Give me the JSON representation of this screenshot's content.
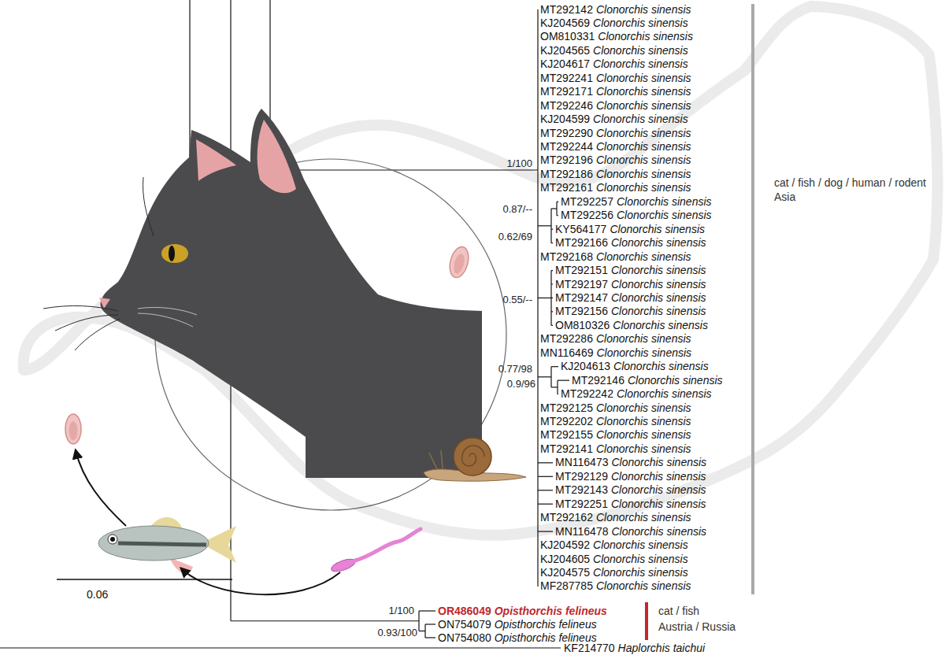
{
  "diagram": {
    "labels": [
      "MT292142",
      "Clonorchis sinensis",
      "KJ204569",
      "Clonorchis sinensis",
      "OM810331",
      "Clonorchis sinensis",
      "KJ204565",
      "Clonorchis sinensis",
      "KJ204617",
      "Clonorchis sinensis",
      "MT292241",
      "Clonorchis sinensis",
      "MT292171",
      "Clonorchis sinensis",
      "MT292246",
      "Clonorchis sinensis",
      "KJ204599",
      "Clonorchis sinensis",
      "MT292290",
      "Clonorchis sinensis",
      "MT292244",
      "Clonorchis sinensis",
      "MT292196",
      "Clonorchis sinensis",
      "MT292186",
      "Clonorchis sinensis",
      "MT292161",
      "Clonorchis sinensis",
      "MT292257",
      "Clonorchis sinensis",
      "MT292256",
      "Clonorchis sinensis",
      "KY564177",
      "Clonorchis sinensis",
      "MT292166",
      "Clonorchis sinensis",
      "MT292168",
      "Clonorchis sinensis",
      "MT292151",
      "Clonorchis sinensis",
      "MT292197",
      "Clonorchis sinensis",
      "MT292147",
      "Clonorchis sinensis",
      "MT292156",
      "Clonorchis sinensis",
      "OM810326",
      "Clonorchis sinensis",
      "MT292286",
      "Clonorchis sinensis",
      "MN116469",
      "Clonorchis sinensis",
      "KJ204613",
      "Clonorchis sinensis",
      "MT292146",
      "Clonorchis sinensis",
      "MT292242",
      "Clonorchis sinensis",
      "MT292125",
      "Clonorchis sinensis",
      "MT292202",
      "Clonorchis sinensis",
      "MT292155",
      "Clonorchis sinensis",
      "MT292141",
      "Clonorchis sinensis",
      "MN116473",
      "Clonorchis sinensis",
      "MT292129",
      "Clonorchis sinensis",
      "MT292143",
      "Clonorchis sinensis",
      "MT292251",
      "Clonorchis sinensis",
      "MT292162",
      "Clonorchis sinensis",
      "MN116478",
      "Clonorchis sinensis",
      "KJ204592",
      "Clonorchis sinensis",
      "KJ204605",
      "Clonorchis sinensis",
      "KJ204575",
      "Clonorchis sinensis",
      "MF287785",
      "Clonorchis sinensis",
      "OR486049",
      "Opisthorchis felineus",
      "ON754079",
      "Opisthorchis felineus",
      "ON754080",
      "Opisthorchis felineus",
      "KF214770",
      "Haplorchis taichui",
      "1/100",
      "0.87/--",
      "0.62/69",
      "0.55/--",
      "0.77/98",
      "0.9/96",
      "1/100",
      "0.93/100",
      "0.06",
      "cat / fish / dog / human / rodent",
      "Asia",
      "cat / fish",
      "Austria / Russia"
    ]
  }
}
